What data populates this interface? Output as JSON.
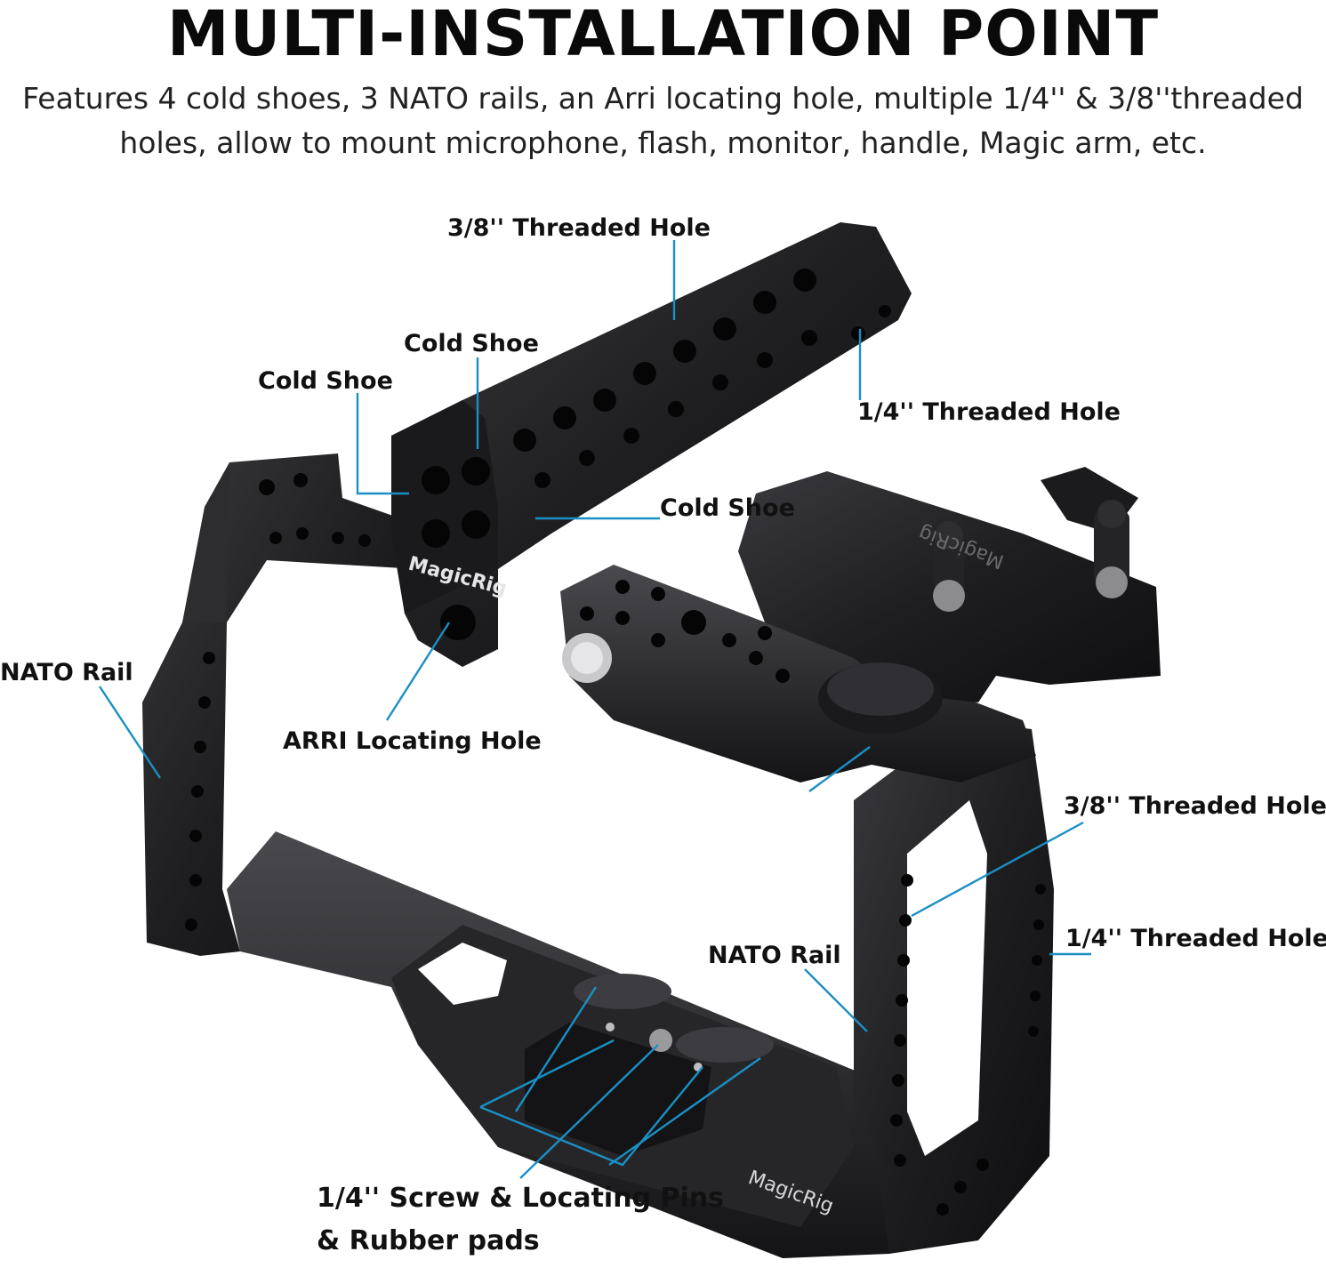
{
  "header": {
    "title": "MULTI-INSTALLATION POINT",
    "subtitle_line1": "Features 4 cold shoes, 3 NATO rails, an Arri locating hole, multiple 1/4'' & 3/8''threaded",
    "subtitle_line2": "holes, allow to mount microphone, flash, monitor, handle, Magic arm, etc."
  },
  "callouts": {
    "top_threaded_38": "3/8'' Threaded Hole",
    "cold_shoe_top": "Cold Shoe",
    "cold_shoe_left": "Cold Shoe",
    "cold_shoe_right": "Cold Shoe",
    "threaded_14_top": "1/4'' Threaded Hole",
    "nato_rail_left": "NATO Rail",
    "arri_hole": "ARRI Locating Hole",
    "threaded_38_right": "3/8'' Threaded Hole",
    "threaded_14_right": "1/4'' Threaded Hole",
    "nato_rail_bottom": "NATO Rail",
    "screw_pins_line1": "1/4'' Screw & Locating Pins",
    "screw_pins_line2": "& Rubber pads"
  },
  "brand": {
    "logo_handle": "MagicRig",
    "logo_base": "MagicRig",
    "logo_clamp": "MagicRig"
  },
  "colors": {
    "leader_line": "#1a8fc4",
    "metal": "#1c1c1e",
    "metal_highlight": "#4a4a4e",
    "background": "#ffffff"
  }
}
